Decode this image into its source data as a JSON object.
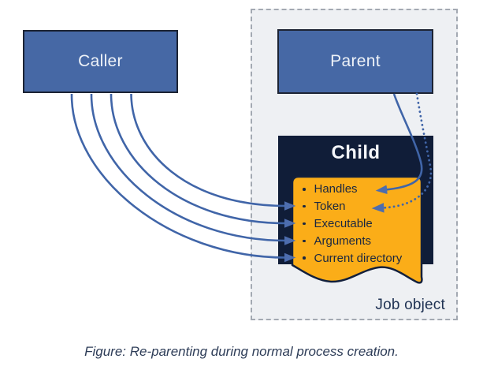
{
  "figure": {
    "caller_label": "Caller",
    "parent_label": "Parent",
    "child_label": "Child",
    "job_object_label": "Job object",
    "note": {
      "items": [
        "Handles",
        "Token",
        "Executable",
        "Arguments",
        "Current directory"
      ]
    },
    "caption": "Figure: Re-parenting during normal process creation."
  },
  "icons": {
    "arrowhead": "filled-triangle-right",
    "bullet": "small-dot"
  },
  "colors": {
    "process_box_fill": "#4668a5",
    "process_box_border": "#1c2333",
    "child_box_fill": "#101d38",
    "note_fill": "#fbad18",
    "note_stroke": "#13203c",
    "arrow_line": "#4065a8",
    "arrowhead_fill": "#4d6dae",
    "job_region_fill": "#eef0f3",
    "job_region_border": "#a3a9b2",
    "item_text": "#1b2740",
    "caption_text": "#2d3c57"
  }
}
